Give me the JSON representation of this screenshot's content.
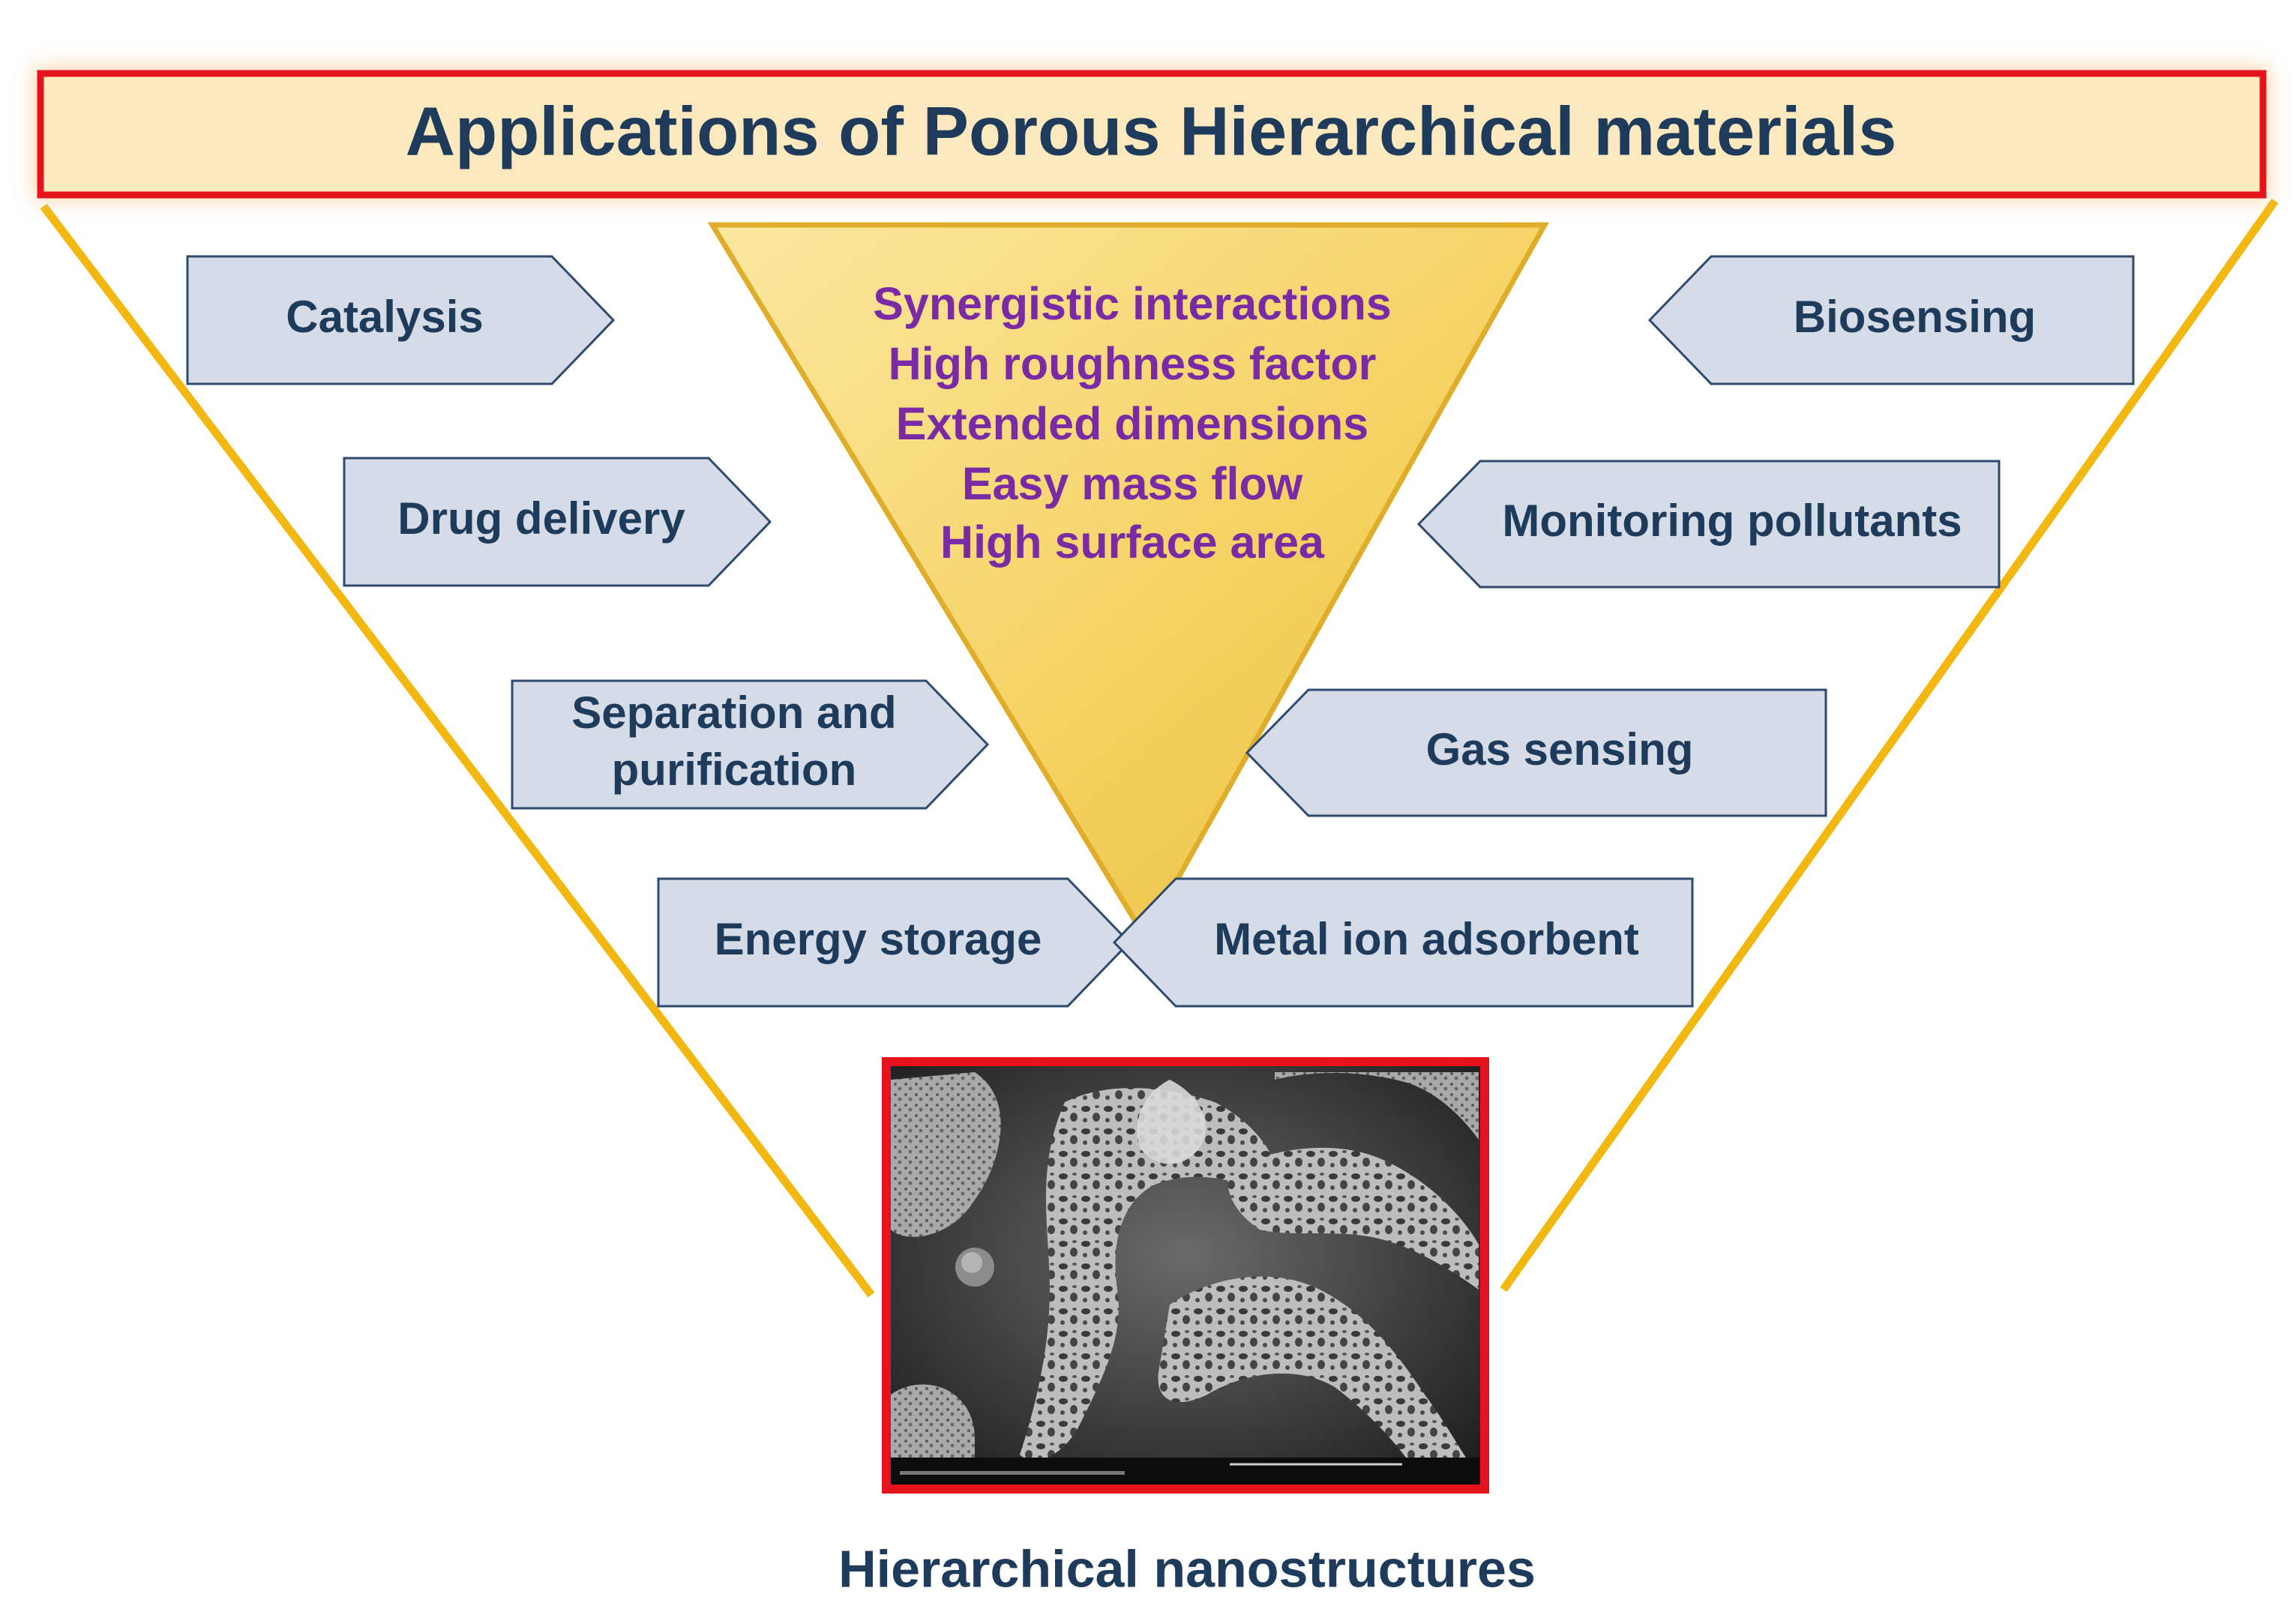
{
  "title": "Applications of Porous Hierarchical materials",
  "features": [
    "Synergistic interactions",
    "High roughness factor",
    "Extended dimensions",
    "Easy mass flow",
    "High surface area"
  ],
  "applications_left": [
    {
      "id": "catalysis",
      "lines": [
        "Catalysis"
      ]
    },
    {
      "id": "drug-delivery",
      "lines": [
        "Drug delivery"
      ]
    },
    {
      "id": "separation-purification",
      "lines": [
        "Separation and",
        "purification"
      ]
    },
    {
      "id": "energy-storage",
      "lines": [
        "Energy storage"
      ]
    }
  ],
  "applications_right": [
    {
      "id": "biosensing",
      "lines": [
        "Biosensing"
      ]
    },
    {
      "id": "monitoring-pollutants",
      "lines": [
        "Monitoring pollutants"
      ]
    },
    {
      "id": "gas-sensing",
      "lines": [
        "Gas sensing"
      ]
    },
    {
      "id": "metal-ion-adsorbent",
      "lines": [
        "Metal ion adsorbent"
      ]
    }
  ],
  "image_caption": "Hierarchical nanostructures",
  "colors": {
    "title_text": "#1f3b5c",
    "title_fill": "#fde9bd",
    "red_border": "#e5141c",
    "funnel_line": "#f2b80f",
    "triangle_fill": "#f6d56c",
    "feature_text": "#7a2aa4",
    "box_fill": "#d5dce8",
    "box_stroke": "#2e4a6e",
    "box_text": "#1f3b5c"
  }
}
